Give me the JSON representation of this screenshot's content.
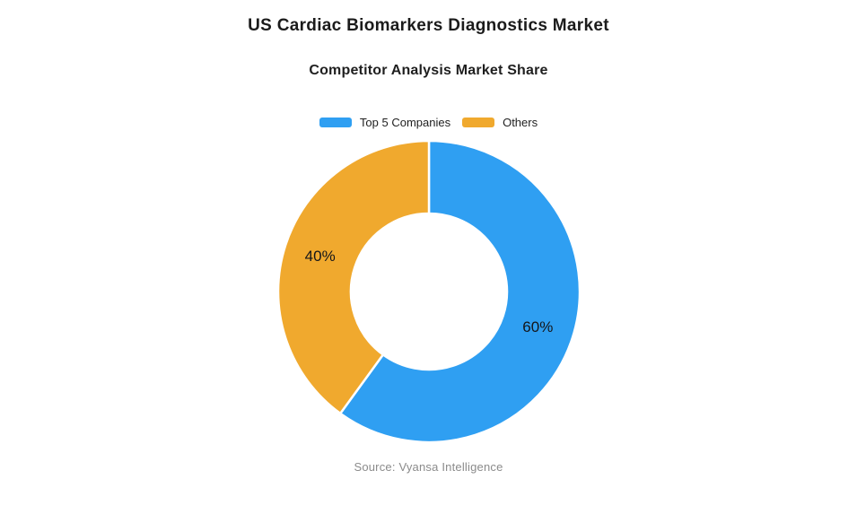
{
  "title": "US Cardiac Biomarkers Diagnostics Market",
  "subtitle": "Competitor Analysis Market Share",
  "source": "Source: Vyansa Intelligence",
  "colors": {
    "top5_blue": "#2F9FF2",
    "others_orange": "#F0A92E",
    "label_text": "#15161A",
    "source_gray": "#8B8B8B"
  },
  "chart_data": {
    "type": "pie",
    "donut": true,
    "title": "US Cardiac Biomarkers Diagnostics Market",
    "subtitle": "Competitor Analysis Market Share",
    "labels": [
      "Top 5 Companies",
      "Others"
    ],
    "values": [
      60,
      40
    ],
    "value_labels": [
      "60%",
      "40%"
    ],
    "colors": [
      "#2F9FF2",
      "#F0A92E"
    ],
    "start_angle_deg": 0,
    "direction": "clockwise",
    "inner_radius_ratio": 0.52,
    "separator_color": "#FFFFFF",
    "legend_position": "top",
    "source": "Source: Vyansa Intelligence"
  }
}
